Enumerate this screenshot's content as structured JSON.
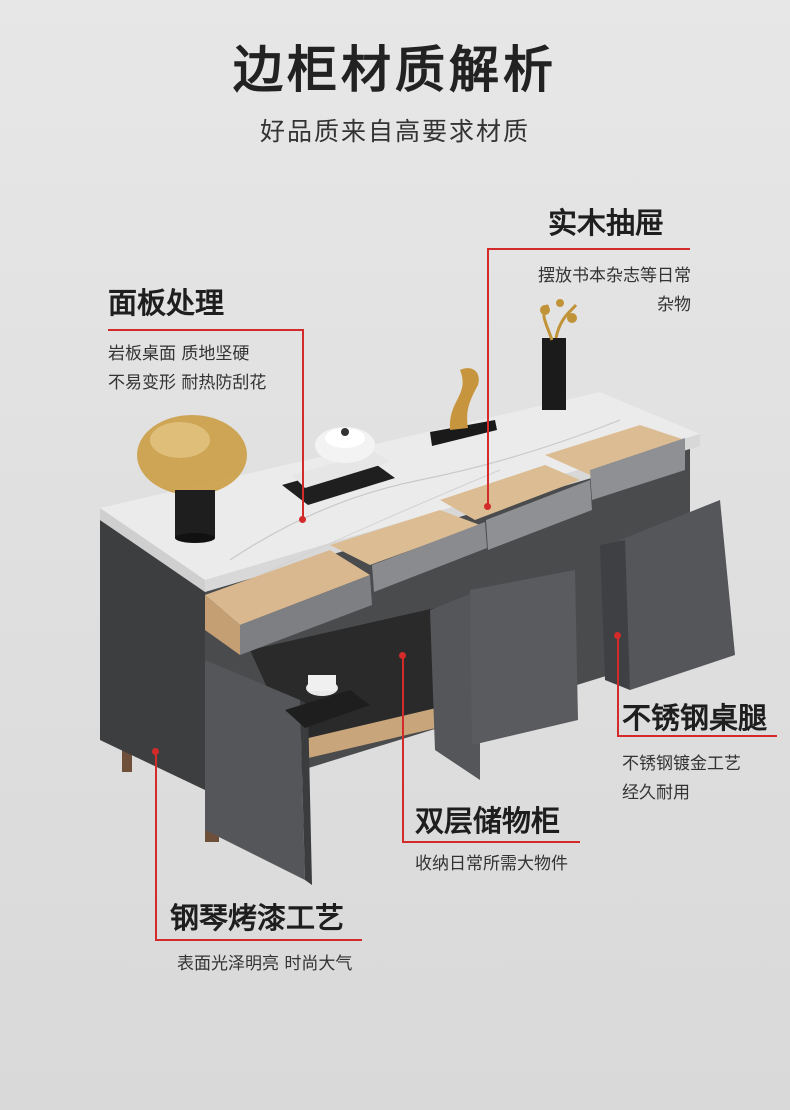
{
  "header": {
    "title": "边柜材质解析",
    "subtitle": "好品质来自高要求材质"
  },
  "features": {
    "drawer": {
      "title": "实木抽屉",
      "line1": "摆放书本杂志等日常",
      "line2": "杂物"
    },
    "panel": {
      "title": "面板处理",
      "line1": "岩板桌面 质地坚硬",
      "line2": "不易变形 耐热防刮花"
    },
    "legs": {
      "title": "不锈钢桌腿",
      "line1": "不锈钢镀金工艺",
      "line2": "经久耐用"
    },
    "storage": {
      "title": "双层储物柜",
      "line1": "收纳日常所需大物件"
    },
    "paint": {
      "title": "钢琴烤漆工艺",
      "line1": "表面光泽明亮 时尚大气"
    }
  },
  "colors": {
    "accent": "#d32a2a",
    "cabinet": "#4a4b4d",
    "wood": "#d9b88f",
    "marble": "#efefef"
  }
}
